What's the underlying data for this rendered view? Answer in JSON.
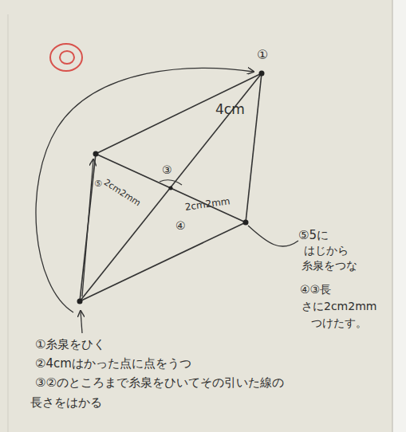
{
  "diagram": {
    "labels": [
      "①",
      "4cm",
      "③",
      "⑤",
      "2cm2mm",
      "2cm2mm",
      "④",
      "⑤5に",
      "はじから",
      "糸泉をつな",
      "④③長",
      "さに2cm2mm",
      "つけたす。",
      "①糸泉をひく",
      "②4cmはかった点に点をうつ",
      "③②のところまで糸泉をひいてその引いた線の",
      "長さをはかる"
    ]
  }
}
